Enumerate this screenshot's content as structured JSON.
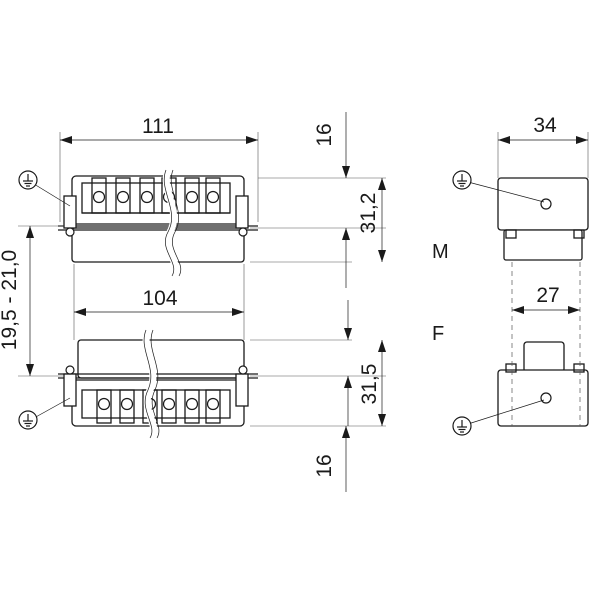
{
  "dimensions": {
    "top_width": "111",
    "top_gap": "16",
    "top_height": "31,2",
    "side_width": "34",
    "mid_width": "104",
    "range": "19,5 - 21,0",
    "bottom_height": "31,5",
    "bottom_gap": "16",
    "side_small_width": "27"
  },
  "labels": {
    "male": "M",
    "female": "F"
  },
  "icons": [
    "ground-symbol-icon"
  ]
}
